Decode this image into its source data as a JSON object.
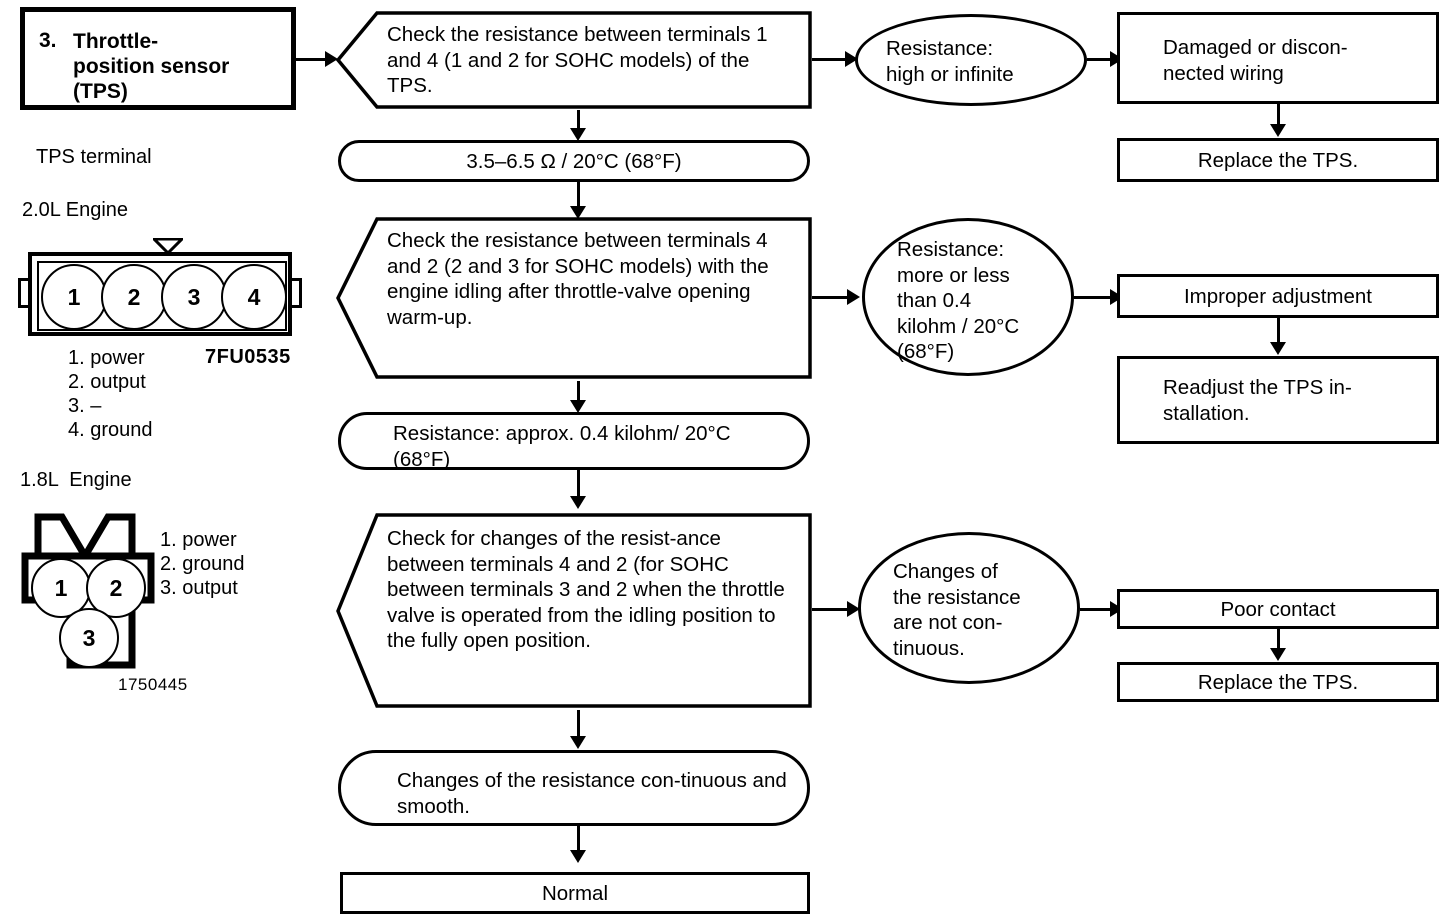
{
  "title": {
    "number": "3.",
    "name": "Throttle-\nposition sensor\n(TPS)"
  },
  "left_panel": {
    "terminal_heading": "TPS terminal",
    "engine_2_0": {
      "label": "2.0L Engine",
      "pins": [
        "1",
        "2",
        "3",
        "4"
      ],
      "part_code": "7FU0535",
      "legend": [
        "1. power",
        "2. output",
        "3. –",
        "4. ground"
      ]
    },
    "engine_1_8": {
      "label": "1.8L  Engine",
      "pins": [
        "1",
        "2",
        "3"
      ],
      "legend": [
        "1. power",
        "2. ground",
        "3. output"
      ],
      "part_code": "1750445"
    }
  },
  "flow": {
    "step1": {
      "check": "Check the resistance between terminals 1 and 4 (1 and 2 for SOHC models) of the TPS.",
      "spec": "3.5–6.5 Ω / 20°C (68°F)",
      "fault": "Resistance:\nhigh or infinite",
      "cause": "Damaged or discon-\nnected wiring",
      "remedy": "Replace the TPS."
    },
    "step2": {
      "check": "Check the resistance between terminals 4 and 2 (2 and 3 for SOHC models) with the engine idling after throttle-valve opening warm-up.",
      "spec": "Resistance: approx. 0.4 kilohm/ 20°C (68°F)",
      "fault": "Resistance:\nmore or less\nthan 0.4\nkilohm / 20°C\n(68°F)",
      "cause": "Improper adjustment",
      "remedy": "Readjust the TPS in-\nstallation."
    },
    "step3": {
      "check": "Check for changes of the resist-ance between terminals 4 and 2 (for SOHC between terminals 3 and 2 when the throttle valve is operated from the idling position to the fully open position.",
      "spec": "Changes of the resistance con-tinuous and smooth.",
      "fault": "Changes of\nthe resistance\nare not con-\ntinuous.",
      "cause": "Poor contact",
      "remedy": "Replace the TPS."
    },
    "result": "Normal"
  }
}
